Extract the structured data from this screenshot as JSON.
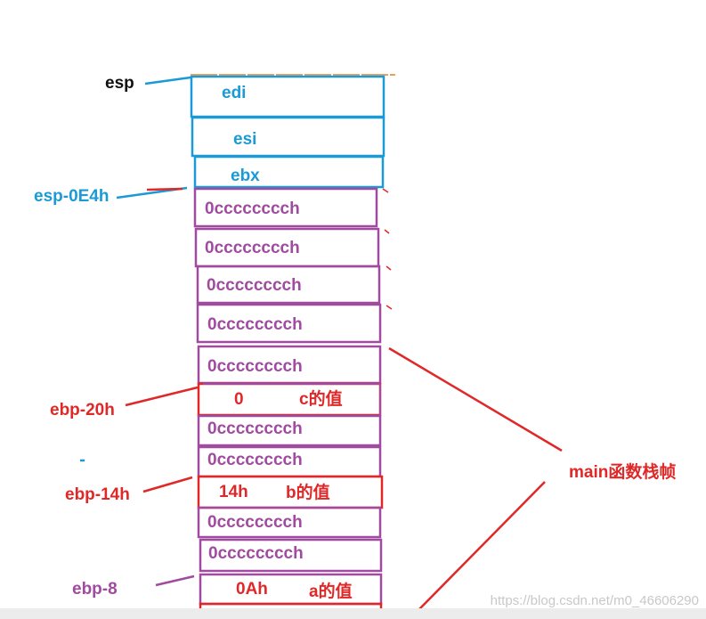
{
  "colors": {
    "blue": "#1a9ad6",
    "purple": "#a04aa0",
    "red": "#e02828",
    "black": "#111111",
    "orange": "#e8a060"
  },
  "labels": {
    "esp": "esp",
    "esp_0e4h": "esp-0E4h",
    "ebp_20h": "ebp-20h",
    "ebp_14h": "ebp-14h",
    "ebp_8": "ebp-8",
    "frame": "main函数栈帧",
    "c_value": "c的值",
    "b_value": "b的值",
    "a_value": "a的值"
  },
  "cells": {
    "edi": "edi",
    "esi": "esi",
    "ebx": "ebx",
    "fill": "0cccccccch",
    "val_c": "0",
    "val_b": "14h",
    "val_a": "0Ah"
  },
  "watermark": "https://blog.csdn.net/m0_46606290"
}
